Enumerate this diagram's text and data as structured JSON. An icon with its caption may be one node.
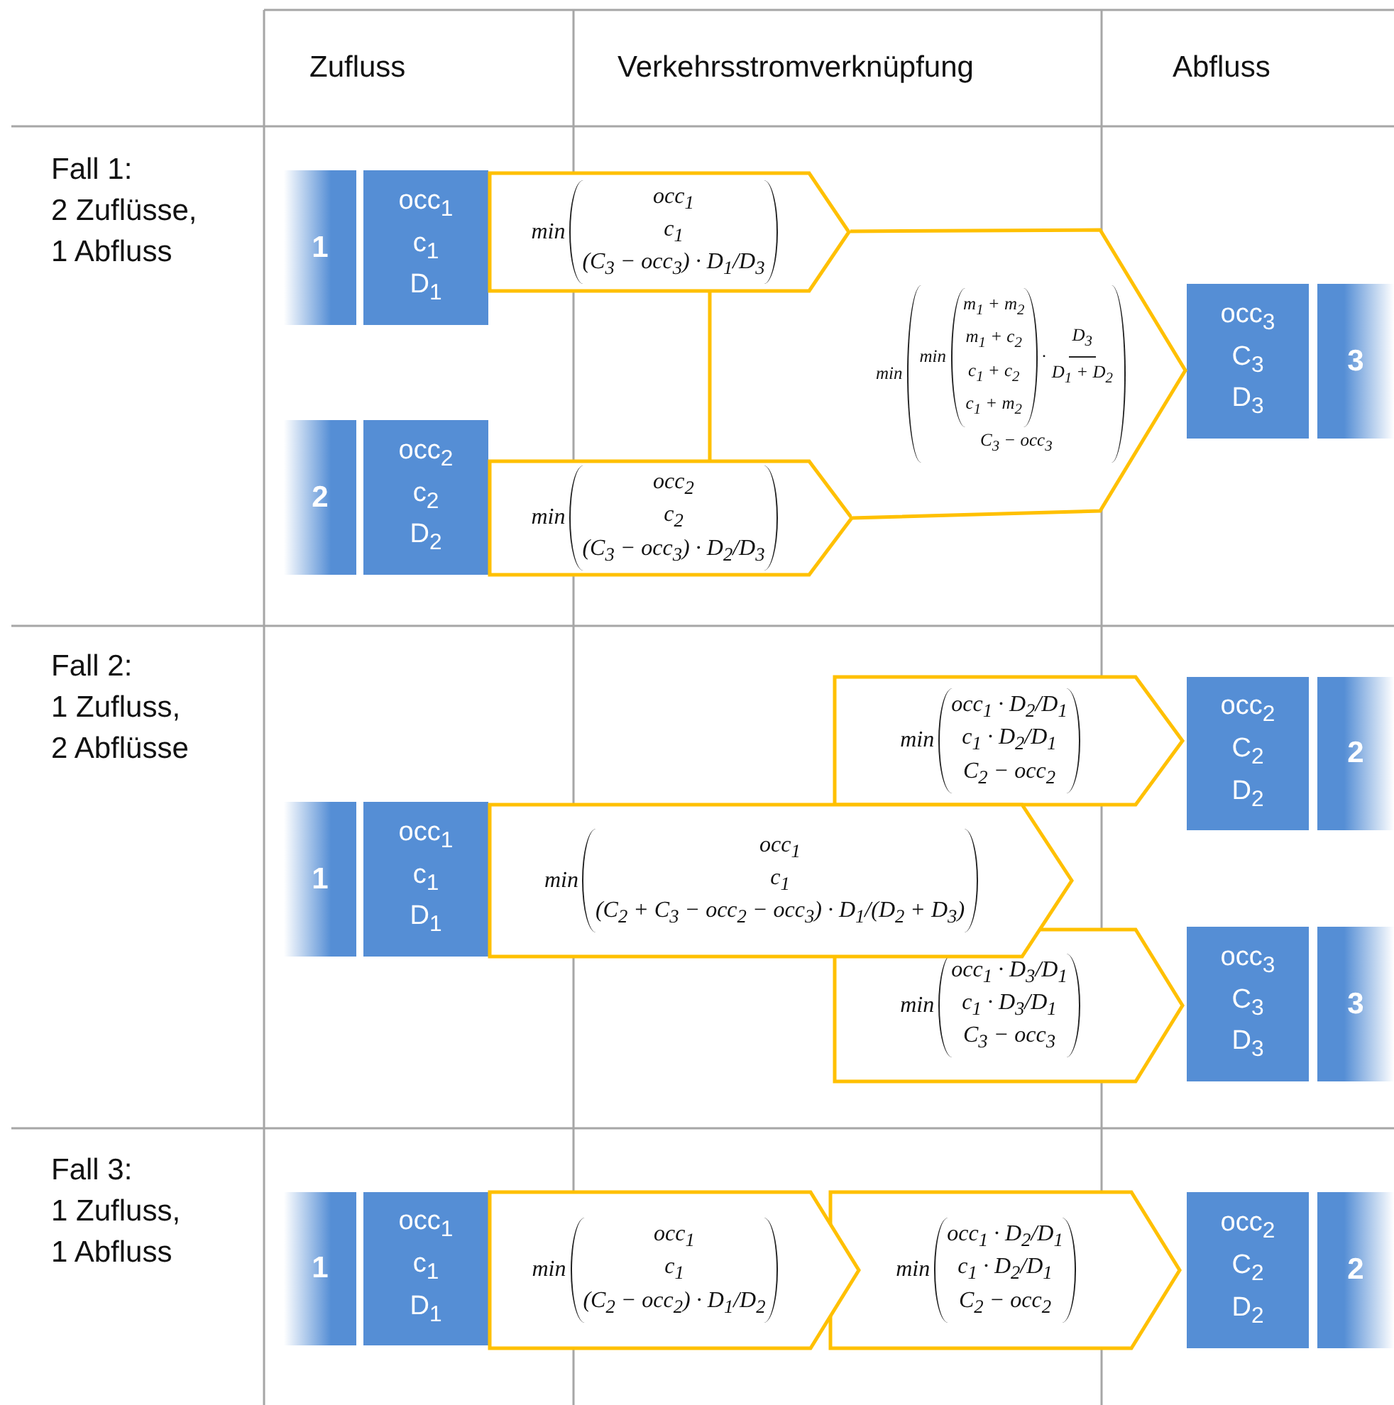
{
  "diagram": {
    "nodes": [
      {
        "text": [
          "1"
        ]
      },
      {
        "text": [
          "occ$_{1}$",
          "c$_{1}$",
          "D$_{1}$"
        ]
      },
      {
        "text": [
          "2"
        ]
      },
      {
        "text": [
          "occ$_{2}$",
          "c$_{2}$",
          "D$_{2}$"
        ]
      },
      {
        "text": [
          "min",
          "occ$_{1}$",
          "c$_{1}$",
          "(C$_{3}$ − occ$_{3}$) · D$_{1}$/D$_{3}$"
        ]
      },
      {
        "text": [
          "min",
          "occ$_{2}$",
          "c$_{2}$",
          "(C$_{3}$ − occ$_{3}$) · D$_{2}$/D$_{3}$"
        ]
      },
      {
        "text": [
          "min",
          "min",
          "m$_{1}$ + m$_{2}$",
          "m$_{1}$ + c$_{2}$",
          "c$_{1}$ + c$_{2}$",
          "c$_{1}$ + m$_{2}$",
          "·",
          "D$_{3}$",
          "D$_{1}$ + D$_{2}$",
          "C$_{3}$ − occ$_{3}$"
        ]
      },
      {
        "text": [
          "occ$_{3}$",
          "C$_{3}$",
          "D$_{3}$"
        ]
      },
      {
        "text": [
          "3"
        ]
      },
      {
        "text": [
          "1"
        ]
      },
      {
        "text": [
          "occ$_{1}$",
          "c$_{1}$",
          "D$_{1}$"
        ]
      },
      {
        "text": [
          "min",
          "occ$_{1}$",
          "c$_{1}$",
          "(C$_{2}$ + C$_{3}$ − occ$_{2}$ − occ$_{3}$) · D$_{1}$/(D$_{2}$ + D$_{3}$)"
        ]
      },
      {
        "text": [
          "min",
          "occ$_{1}$ · D$_{2}$/D$_{1}$",
          "c$_{1}$ · D$_{2}$/D$_{1}$",
          "C$_{2}$ − occ$_{2}$"
        ]
      },
      {
        "text": [
          "occ$_{2}$",
          "C$_{2}$",
          "D$_{2}$"
        ]
      },
      {
        "text": [
          "2"
        ]
      },
      {
        "text": [
          "min",
          "occ$_{1}$ · D$_{3}$/D$_{1}$",
          "c$_{1}$ · D$_{3}$/D$_{1}$",
          "C$_{3}$ − occ$_{3}$"
        ]
      },
      {
        "text": [
          "occ$_{3}$",
          "C$_{3}$",
          "D$_{3}$"
        ]
      },
      {
        "text": [
          "3"
        ]
      },
      {
        "text": [
          "1"
        ]
      },
      {
        "text": [
          "occ$_{1}$",
          "c$_{1}$",
          "D$_{1}$"
        ]
      },
      {
        "text": [
          "min",
          "occ$_{1}$",
          "c$_{1}$",
          "(C$_{2}$ − occ$_{2}$) · D$_{1}$/D$_{2}$"
        ]
      },
      {
        "text": [
          "min",
          "occ$_{1}$ · D$_{2}$/D$_{1}$",
          "c$_{1}$ · D$_{2}$/D$_{1}$",
          "C$_{2}$ − occ$_{2}$"
        ]
      },
      {
        "text": [
          "occ$_{2}$",
          "C$_{2}$",
          "D$_{2}$"
        ]
      },
      {
        "text": [
          "2"
        ]
      }
    ],
    "edges": [
      {
        "from": 4,
        "to": 5,
        "arrow": "none"
      }
    ],
    "labels": [
      "Zufluss",
      "Verkehrsstromverknüpfung",
      "Abfluss",
      "Fall 1: 2 Zuflüsse, 1 Abfluss",
      "Fall 2: 1 Zufluss, 2 Abflüsse",
      "Fall 3: 1 Zufluss, 1 Abfluss"
    ]
  }
}
